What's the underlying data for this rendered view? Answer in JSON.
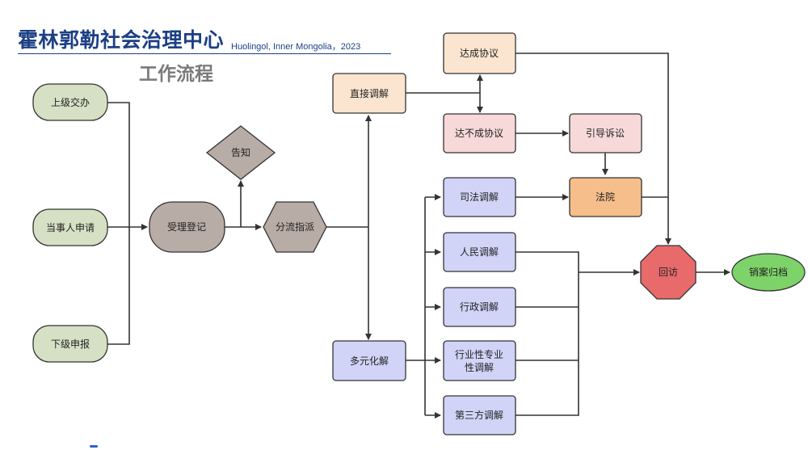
{
  "header": {
    "title": "霍林郭勒社会治理中心",
    "subtitle": "Huolingol, Inner Mongolia，2023",
    "flow_title": "工作流程"
  },
  "nodes": {
    "shangji": "上级交办",
    "dangshiren": "当事人申请",
    "xiaji": "下级申报",
    "shouli": "受理登记",
    "gaozhi": "告知",
    "fenliu": "分流指派",
    "zhijie": "直接调解",
    "dacheng": "达成协议",
    "dabucheng": "达不成协议",
    "yindao": "引导诉讼",
    "fayuan": "法院",
    "duoyuan": "多元化解",
    "sifa": "司法调解",
    "renmin": "人民调解",
    "xingzheng": "行政调解",
    "hangye_line1": "行业性专业",
    "hangye_line2": "性调解",
    "disanfang": "第三方调解",
    "huifang": "回访",
    "xiaoan": "销案归档"
  },
  "colors": {
    "green_node": "#d6e0c4",
    "gray_node": "#b8aca6",
    "peach_node": "#fbe5d0",
    "pink_node": "#f7d9d9",
    "lavender_node": "#d1d4f7",
    "orange_node": "#f5be8a",
    "red_octagon": "#e86a6a",
    "green_ellipse": "#7dd36a",
    "line": "#333333",
    "title": "#1c3f86"
  }
}
